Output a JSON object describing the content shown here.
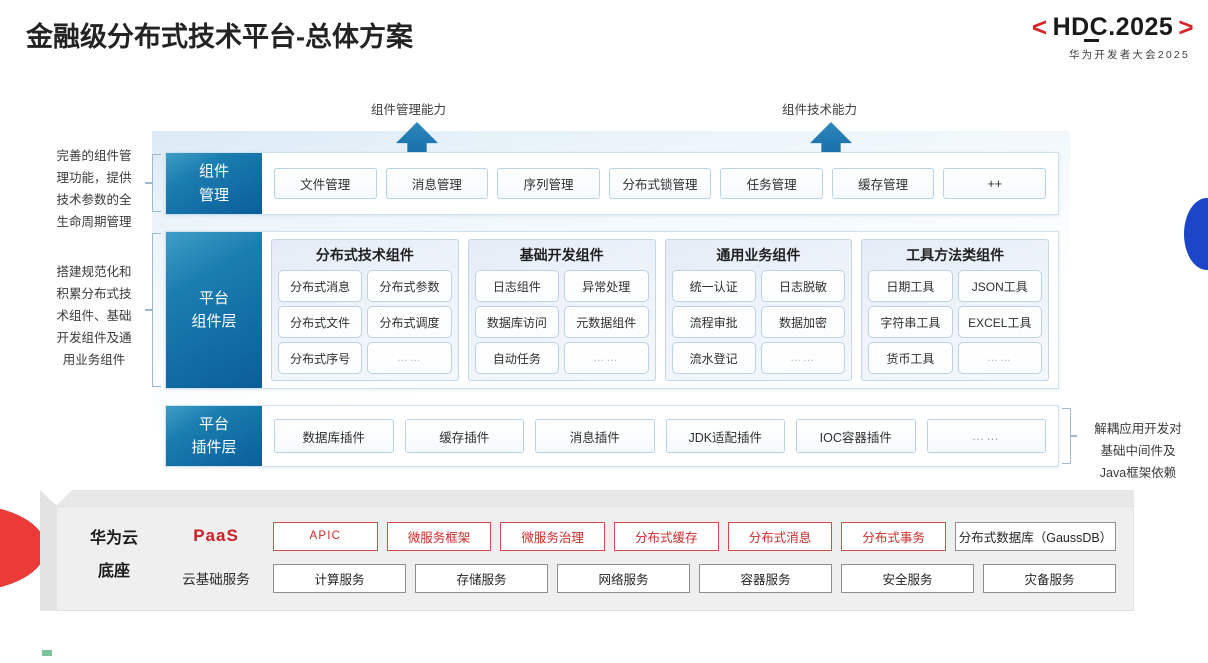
{
  "header": {
    "title": "金融级分布式技术平台-总体方案",
    "logo": {
      "left_bracket": "<",
      "right_bracket": ">",
      "main": "HDC.2025",
      "sub": "华为开发者大会2025"
    }
  },
  "arrows": [
    {
      "label": "组件管理能力"
    },
    {
      "label": "组件技术能力"
    }
  ],
  "side_notes": {
    "left_top": "完善的组件管理功能，提供技术参数的全生命周期管理",
    "left_top_lines": [
      "完善的组件管",
      "理功能，提供",
      "技术参数的全",
      "生命周期管理"
    ],
    "left_mid_lines": [
      "搭建规范化和",
      "积累分布式技",
      "术组件、基础",
      "开发组件及通",
      "用业务组件"
    ],
    "right_lines": [
      "解耦应用开发对",
      "基础中间件及",
      "Java框架依赖"
    ]
  },
  "layers": {
    "management": {
      "tab_lines": [
        "组件",
        "管理"
      ],
      "items": [
        "文件管理",
        "消息管理",
        "序列管理",
        "分布式锁管理",
        "任务管理",
        "缓存管理",
        "++"
      ]
    },
    "component": {
      "tab_lines": [
        "平台",
        "组件层"
      ],
      "groups": [
        {
          "title": "分布式技术组件",
          "cells": [
            "分布式消息",
            "分布式参数",
            "分布式文件",
            "分布式调度",
            "分布式序号",
            "……"
          ]
        },
        {
          "title": "基础开发组件",
          "cells": [
            "日志组件",
            "异常处理",
            "数据库访问",
            "元数据组件",
            "自动任务",
            "……"
          ]
        },
        {
          "title": "通用业务组件",
          "cells": [
            "统一认证",
            "日志脱敏",
            "流程审批",
            "数据加密",
            "流水登记",
            "……"
          ]
        },
        {
          "title": "工具方法类组件",
          "cells": [
            "日期工具",
            "JSON工具",
            "字符串工具",
            "EXCEL工具",
            "货币工具",
            "……"
          ]
        }
      ]
    },
    "plugin": {
      "tab_lines": [
        "平台",
        "插件层"
      ],
      "items": [
        "数据库插件",
        "缓存插件",
        "消息插件",
        "JDK适配插件",
        "IOC容器插件",
        "……"
      ]
    }
  },
  "base": {
    "label_lines": [
      "华为云",
      "底座"
    ],
    "rows": [
      {
        "label": "PaaS",
        "label_style": "accent",
        "cells": [
          {
            "text": "APIC",
            "style": "red",
            "extra": "apic"
          },
          {
            "text": "微服务框架",
            "style": "red",
            "extra": ""
          },
          {
            "text": "微服务治理",
            "style": "red",
            "extra": ""
          },
          {
            "text": "分布式缓存",
            "style": "red",
            "extra": ""
          },
          {
            "text": "分布式消息",
            "style": "red",
            "extra": ""
          },
          {
            "text": "分布式事务",
            "style": "red",
            "extra": ""
          },
          {
            "text": "分布式数据库（GaussDB）",
            "style": "gray",
            "extra": "wide"
          }
        ]
      },
      {
        "label": "云基础服务",
        "label_style": "plain",
        "cells": [
          {
            "text": "计算服务",
            "style": "gray",
            "extra": ""
          },
          {
            "text": "存储服务",
            "style": "gray",
            "extra": ""
          },
          {
            "text": "网络服务",
            "style": "gray",
            "extra": ""
          },
          {
            "text": "容器服务",
            "style": "gray",
            "extra": ""
          },
          {
            "text": "安全服务",
            "style": "gray",
            "extra": ""
          },
          {
            "text": "灾备服务",
            "style": "gray",
            "extra": ""
          }
        ]
      }
    ]
  },
  "colors": {
    "accent_red": "#cf1f26",
    "brand_blue": "#0b5e99",
    "panel_gray": "#efefef",
    "logo_red": "#d9252a"
  }
}
